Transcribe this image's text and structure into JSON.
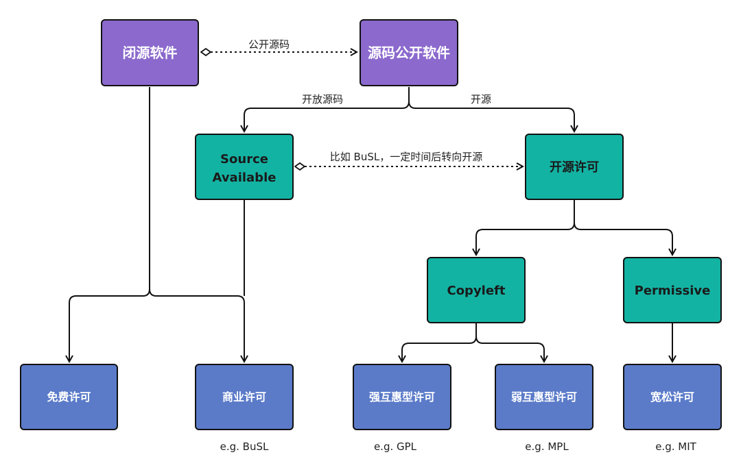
{
  "colors": {
    "purple": "#8b69cd",
    "teal": "#13b3a3",
    "blue": "#5b7bc9",
    "node_text": "#ffffff",
    "edge": "#111111"
  },
  "nodes": {
    "closed_source": "闭源软件",
    "source_public": "源码公开软件",
    "source_available_line1": "Source",
    "source_available_line2": "Available",
    "open_source_license": "开源许可",
    "copyleft": "Copyleft",
    "permissive": "Permissive",
    "free_license": "免费许可",
    "commercial_license": "商业许可",
    "strong_reciprocal": "强互惠型许可",
    "weak_reciprocal": "弱互惠型许可",
    "loose_license": "宽松许可"
  },
  "edge_labels": {
    "publish_source": "公开源码",
    "open_source_code": "开放源码",
    "open_source": "开源",
    "busl_note": "比如 BuSL，一定时间后转向开源"
  },
  "examples": {
    "busl": "e.g. BuSL",
    "gpl": "e.g. GPL",
    "mpl": "e.g. MPL",
    "mit": "e.g. MIT"
  }
}
